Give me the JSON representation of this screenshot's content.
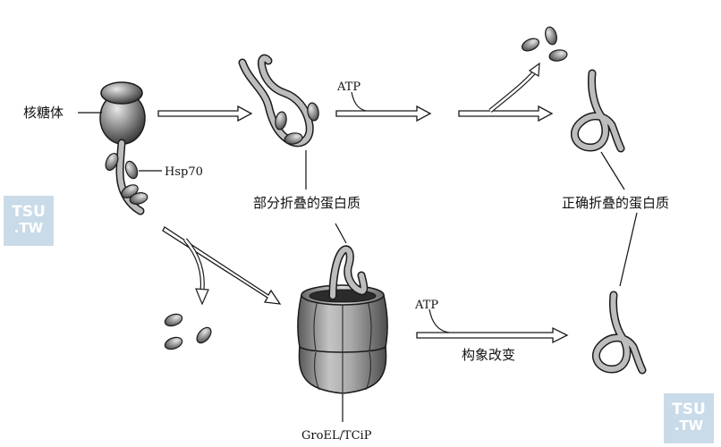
{
  "labels": {
    "ribosome": "核糖体",
    "hsp70": "Hsp70",
    "partially_folded": "部分折叠的蛋白质",
    "correctly_folded": "正确折叠的蛋白质",
    "atp_top": "ATP",
    "atp_bottom": "ATP",
    "conformational_change": "构象改变",
    "chaperonin": "GroEL/TCiP"
  },
  "watermark": {
    "line1": "TSU",
    "line2": ".TW"
  },
  "colors": {
    "chain_fill": "#bdbdbd",
    "chain_outline": "#1a1a1a",
    "ellipse_fill": "#9a9a9a",
    "watermark": "#c9dbe8"
  }
}
